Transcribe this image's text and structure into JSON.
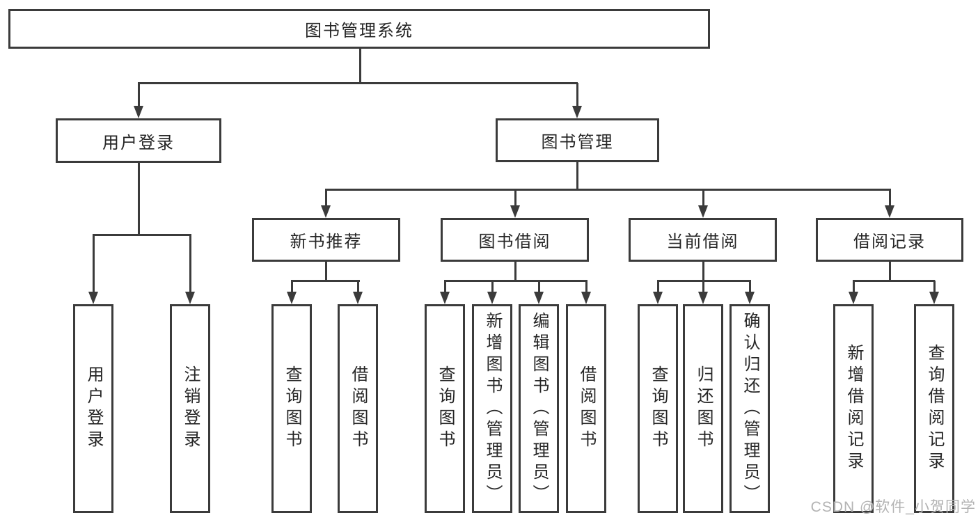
{
  "diagram": {
    "root": {
      "label": "图书管理系统"
    },
    "branches": [
      {
        "label": "用户登录",
        "children": [
          "用户登录",
          "注销登录"
        ]
      },
      {
        "label": "图书管理",
        "children_groups": [
          {
            "label": "新书推荐",
            "children": [
              "查询图书",
              "借阅图书"
            ]
          },
          {
            "label": "图书借阅",
            "children": [
              "查询图书",
              "新增图书（管理员）",
              "编辑图书（管理员）",
              "借阅图书"
            ]
          },
          {
            "label": "当前借阅",
            "children": [
              "查询图书",
              "归还图书",
              "确认归还（管理员）"
            ]
          },
          {
            "label": "借阅记录",
            "children": [
              "新增借阅记录",
              "查询借阅记录"
            ]
          }
        ]
      }
    ]
  },
  "watermark": {
    "text": "CSDN @软件_小贺同学"
  },
  "colors": {
    "line": "#3b3b3b",
    "text": "#262626",
    "watermark": "#b3b3b3",
    "background": "#ffffff"
  }
}
